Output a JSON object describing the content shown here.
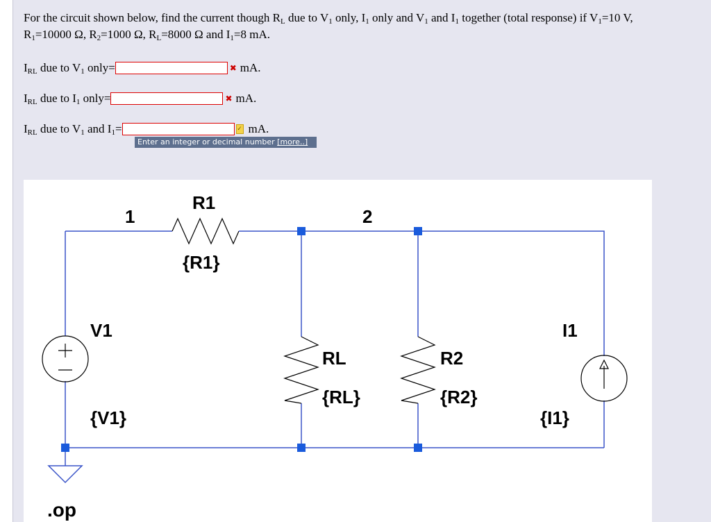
{
  "question": {
    "text_a": "For the circuit shown below, find the current though R",
    "sub_rl": "L",
    "text_b": " due to V",
    "sub_1a": "1",
    "text_c": " only, I",
    "sub_1b": "1",
    "text_d": " only and V",
    "sub_1c": "1",
    "text_e": " and I",
    "sub_1d": "1",
    "text_f": " together (total response) if V",
    "sub_1e": "1",
    "text_g": "=10 V,",
    "line2_a": "R",
    "sub_r1": "1",
    "line2_b": "=10000 Ω, R",
    "sub_r2": "2",
    "line2_c": "=1000 Ω, R",
    "sub_rl2": "L",
    "line2_d": "=8000 Ω and I",
    "sub_i1": "1",
    "line2_e": "=8 mA."
  },
  "rows": [
    {
      "prefix": "I",
      "sub_prefix": "RL",
      "mid": " due to V",
      "sub_mid": "1",
      "tail": " only=",
      "unit": "mA.",
      "status": "incorrect",
      "value": ""
    },
    {
      "prefix": "I",
      "sub_prefix": "RL",
      "mid": " due to I",
      "sub_mid": "1",
      "tail": " only=",
      "unit": "mA.",
      "status": "incorrect",
      "value": ""
    },
    {
      "prefix": "I",
      "sub_prefix": "RL",
      "mid": " due to V",
      "sub_mid": "1",
      "tail": " and I",
      "sub_tail": "1",
      "tail2": "=",
      "unit": "mA.",
      "status": "help",
      "value": ""
    }
  ],
  "tooltip": {
    "text": "Enter an integer or decimal number ",
    "more": "[more..]"
  },
  "circuit": {
    "node1": "1",
    "node2": "2",
    "r1_name": "R1",
    "r1_value": "{R1}",
    "v1_name": "V1",
    "v1_value": "{V1}",
    "rl_name": "RL",
    "rl_value": "{RL}",
    "r2_name": "R2",
    "r2_value": "{R2}",
    "i1_name": "I1",
    "i1_value": "{I1}",
    "directive": ".op",
    "wire_color": "#3a54c8",
    "node_color": "#1a5bdc"
  },
  "colors": {
    "panel_bg": "#e6e6f0",
    "input_border": "#dd0000",
    "tooltip_bg": "#5d6f8e"
  }
}
